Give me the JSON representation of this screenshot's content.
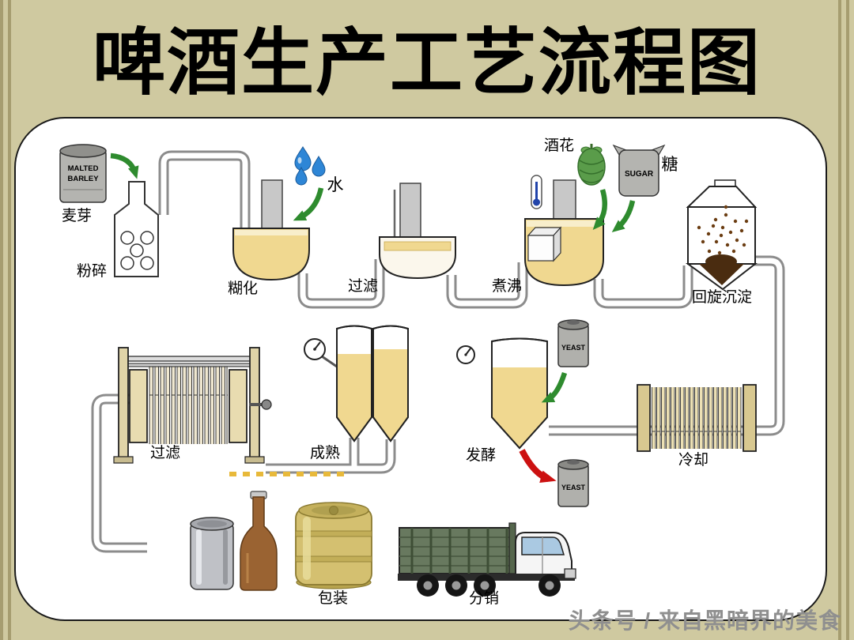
{
  "page": {
    "title": "啤酒生产工艺流程图",
    "watermark": "头条号 / 来自黑暗界的美食"
  },
  "labels": {
    "malt": "麦芽",
    "crush": "粉碎",
    "mash": "糊化",
    "water": "水",
    "lauter": "过滤",
    "boil": "煮沸",
    "hops": "酒花",
    "sugar": "糖",
    "whirlpool": "回旋沉淀",
    "cooling": "冷却",
    "ferment": "发酵",
    "mature": "成熟",
    "filter": "过滤",
    "packaging": "包装",
    "distribution": "分销"
  },
  "packages": {
    "malt_sack_line1": "MALTED",
    "malt_sack_line2": "BARLEY",
    "sugar_sack": "SUGAR",
    "yeast_in": "YEAST",
    "yeast_out": "YEAST"
  },
  "colors": {
    "background": "#cfc9a0",
    "panel": "#ffffff",
    "liquid_gold": "#f0d890",
    "arrow_green": "#2e8b2e",
    "arrow_red": "#cc1111",
    "water_blue": "#2e86d6",
    "pipe_gray": "#8c8c8c"
  }
}
